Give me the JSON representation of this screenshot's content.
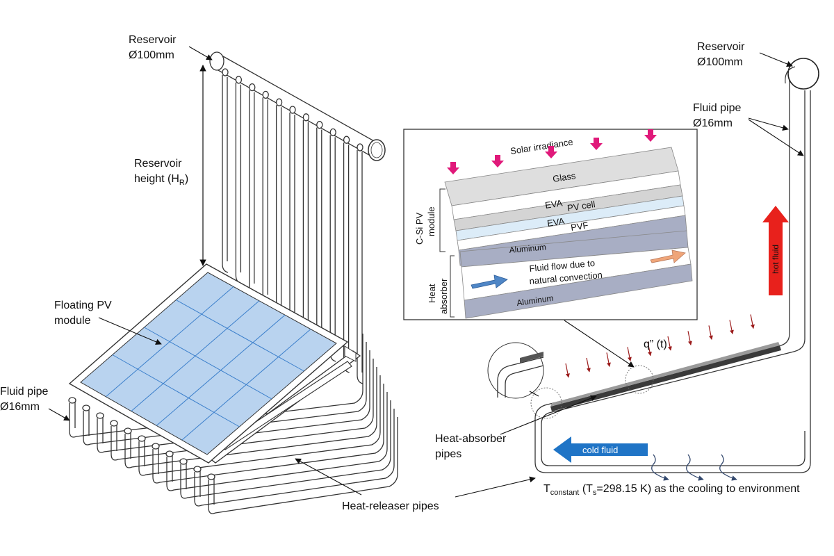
{
  "left": {
    "reservoir_label": [
      "Reservoir",
      "Ø100mm"
    ],
    "reservoir_height_label": [
      "Reservoir",
      "height (H",
      "R",
      ")"
    ],
    "floating_pv_label": [
      "Floating PV",
      "module"
    ],
    "fluid_pipe_label": [
      "Fluid pipe",
      "Ø16mm"
    ],
    "heat_releaser_label": "Heat-releaser pipes"
  },
  "inset": {
    "solar_irradiance": "Solar irradiance",
    "pv_module_group_label": [
      "C-Si PV",
      "module"
    ],
    "heat_absorber_group_label": [
      "Heat",
      "absorber"
    ],
    "layers": {
      "glass": "Glass",
      "eva_top": "EVA",
      "pv_cell": "PV cell",
      "eva_bottom": "EVA",
      "pvf": "PVF",
      "aluminum_top": "Aluminum",
      "fluid_flow": [
        "Fluid flow due to",
        "natural convection"
      ],
      "aluminum_bottom": "Aluminum"
    },
    "colors": {
      "glass": "#dedede",
      "eva": "#d4d4d4",
      "pv_cell": "#dcecf8",
      "pvf": "#a8aec4",
      "aluminum": "#a8aec4",
      "irradiance_arrow": "#e0197a",
      "flow_arrow_cold": "#4f86c6",
      "flow_arrow_hot": "#efa579"
    }
  },
  "right": {
    "reservoir_label": [
      "Reservoir",
      "Ø100mm"
    ],
    "fluid_pipe_label": [
      "Fluid pipe",
      "Ø16mm"
    ],
    "heat_flux_label": "q” (t)",
    "hot_fluid_label": "hot fluid",
    "cold_fluid_label": "cold fluid",
    "heat_absorber_pipes_label": [
      "Heat-absorber",
      "pipes"
    ],
    "boundary_condition": {
      "t": "T",
      "t_sub": "constant",
      "open": " (T",
      "ts_sub": "s",
      "rest": "=298.15 K) as the cooling to environment"
    },
    "colors": {
      "hot_arrow": "#e8211c",
      "cold_arrow": "#1f74c6",
      "flux_arrow": "#9b1b1b",
      "cooling_arrow": "#34496e"
    }
  },
  "module_colors": {
    "panel_fill": "#b9d3ef",
    "grid_line": "#3b7fcb"
  }
}
